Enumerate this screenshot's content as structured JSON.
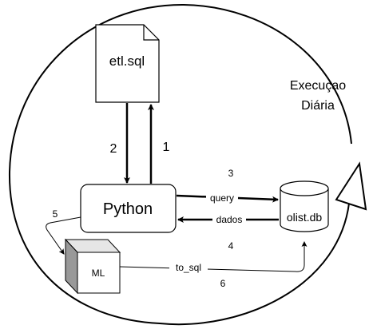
{
  "title": "Execuçao\nDiária",
  "title_line1": "Execuçao",
  "title_line2": "Diária",
  "nodes": {
    "etl": "etl.sql",
    "python": "Python",
    "db": "olist.db",
    "ml": "ML"
  },
  "edges": {
    "step1": "1",
    "step2": "2",
    "step3": "3",
    "step4": "4",
    "step5": "5",
    "step6": "6",
    "query": "query",
    "dados": "dados",
    "to_sql": "to_sql"
  }
}
